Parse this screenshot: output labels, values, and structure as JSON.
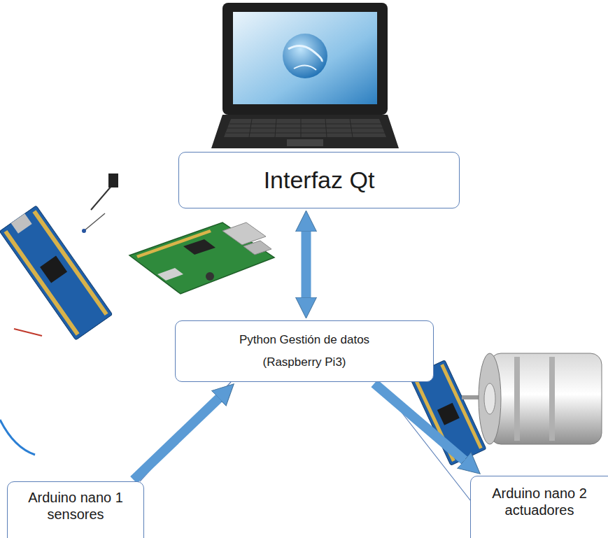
{
  "diagram": {
    "nodes": [
      {
        "text": [
          "Interfaz Qt"
        ]
      },
      {
        "text": [
          "Python Gestión de datos",
          "(Raspberry Pi3)"
        ]
      },
      {
        "text": [
          "Arduino nano 1 sensores"
        ]
      },
      {
        "text": [
          "Arduino nano 2 actuadores"
        ]
      }
    ],
    "edges": [
      {
        "from": 0,
        "to": 1,
        "arrow": "both"
      },
      {
        "from": 2,
        "to": 1,
        "arrow": "to"
      },
      {
        "from": 1,
        "to": 3,
        "arrow": "to"
      }
    ]
  }
}
